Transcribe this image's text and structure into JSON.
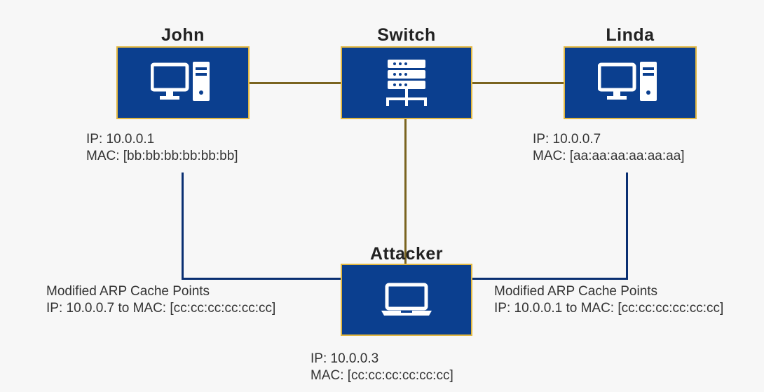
{
  "nodes": {
    "john": {
      "title": "John",
      "ip": "IP: 10.0.0.1",
      "mac": "MAC: [bb:bb:bb:bb:bb:bb]",
      "icon": "desktop-computer-icon"
    },
    "switch": {
      "title": "Switch",
      "icon": "network-switch-icon"
    },
    "linda": {
      "title": "Linda",
      "ip": "IP: 10.0.0.7",
      "mac": "MAC: [aa:aa:aa:aa:aa:aa]",
      "icon": "desktop-computer-icon"
    },
    "attacker": {
      "title": "Attacker",
      "ip": "IP: 10.0.0.3",
      "mac": "MAC: [cc:cc:cc:cc:cc:cc]",
      "icon": "laptop-icon"
    }
  },
  "arp_notes": {
    "left": {
      "line1": "Modified ARP Cache Points",
      "line2": "IP: 10.0.0.7 to MAC: [cc:cc:cc:cc:cc:cc]"
    },
    "right": {
      "line1": "Modified ARP Cache Points",
      "line2": "IP: 10.0.0.1 to MAC: [cc:cc:cc:cc:cc:cc]"
    }
  },
  "colors": {
    "node_fill": "#0b3f8f",
    "node_border": "#e2b842",
    "switch_link": "#7a6420",
    "poison_link": "#0a2f72"
  }
}
